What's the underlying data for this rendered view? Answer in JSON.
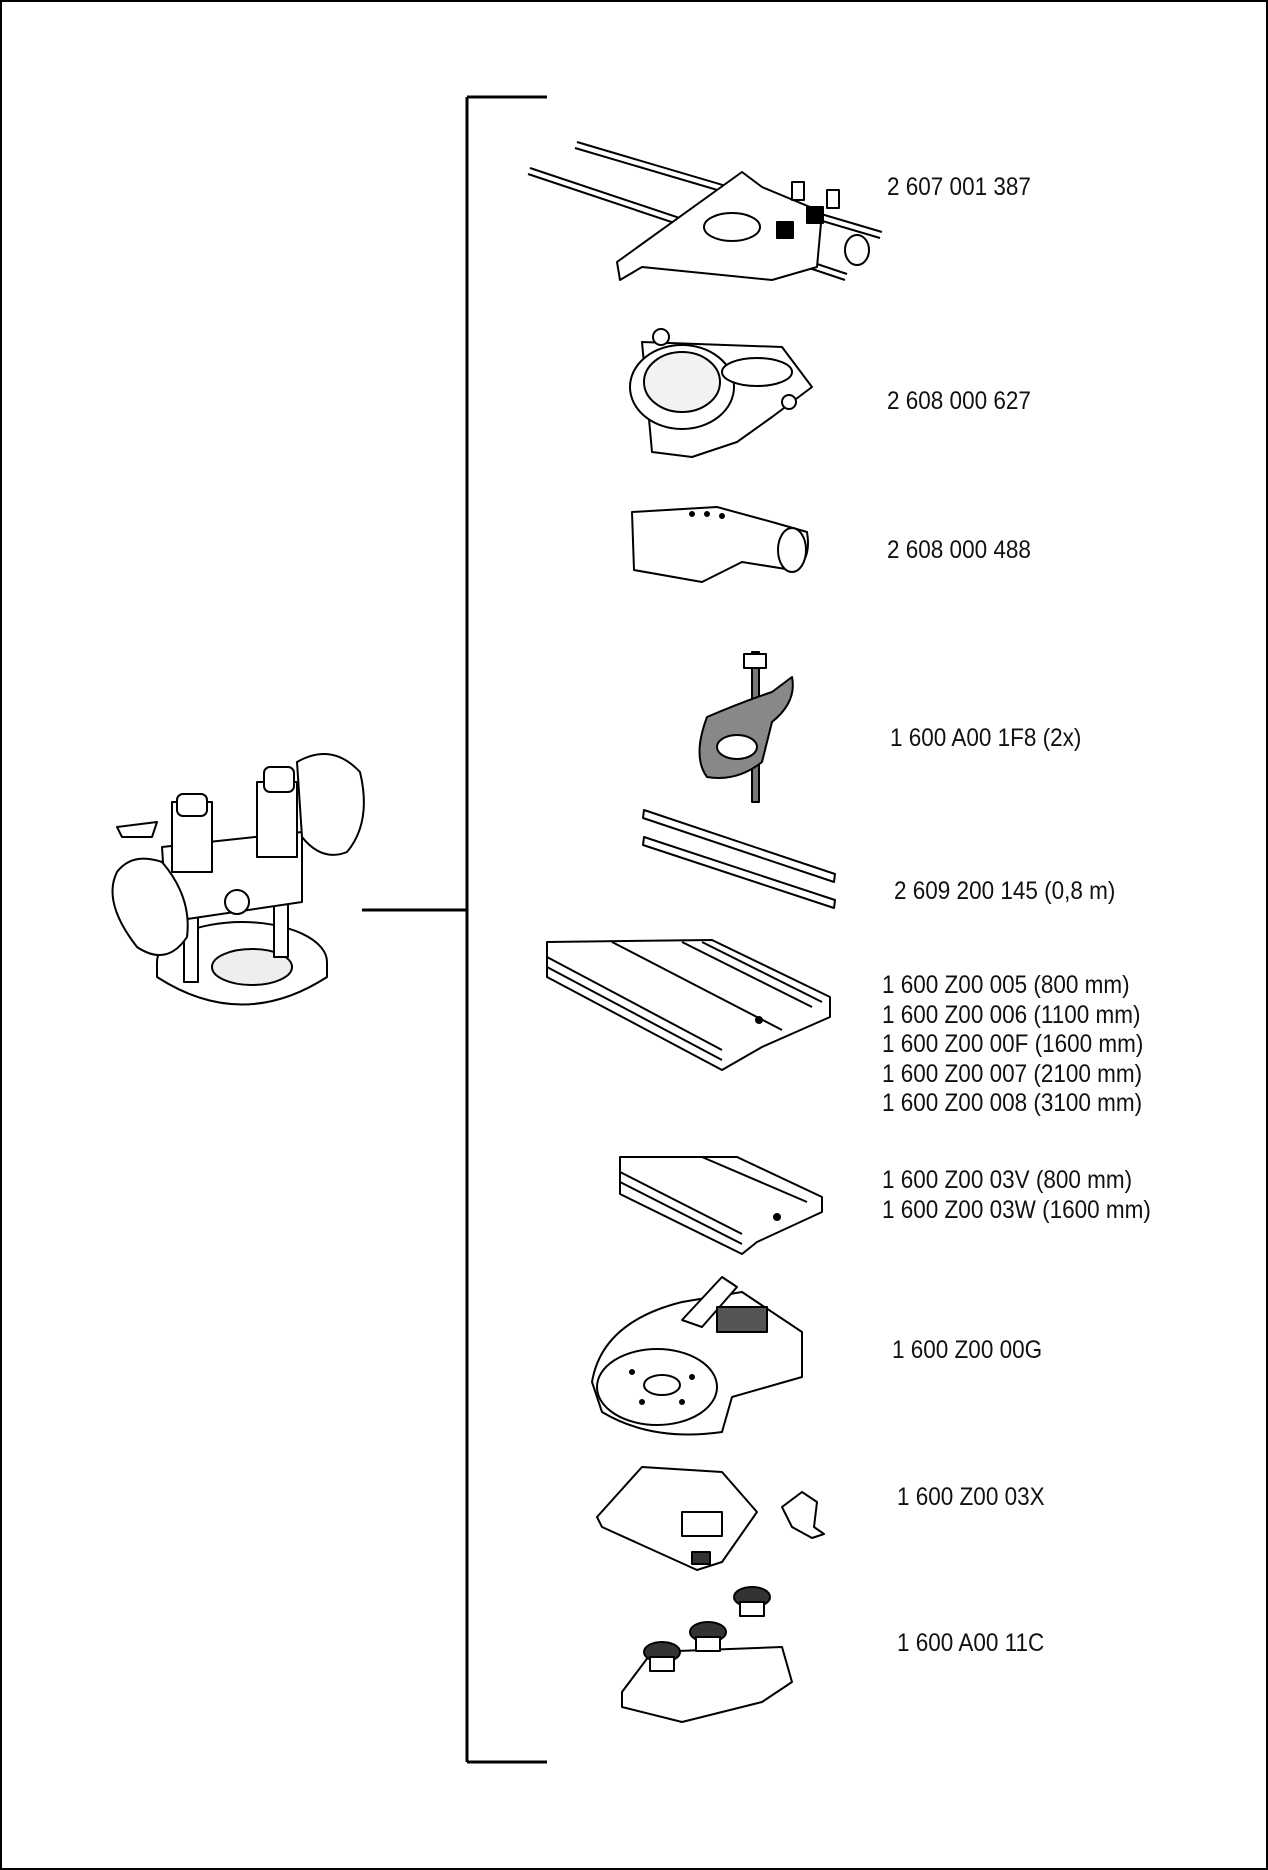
{
  "accessories": [
    {
      "id": "parallel-guide",
      "lines": [
        "2 607 001 387"
      ]
    },
    {
      "id": "dust-extraction-adapter",
      "lines": [
        "2 608 000 627"
      ]
    },
    {
      "id": "extraction-hood",
      "lines": [
        "2 608 000 488"
      ]
    },
    {
      "id": "screw-clamp",
      "lines": [
        "1 600 A00 1F8 (2x)"
      ]
    },
    {
      "id": "guide-rods",
      "lines": [
        "2 609 200 145 (0,8 m)"
      ]
    },
    {
      "id": "guide-rail",
      "lines": [
        "1 600 Z00 005 (800 mm)",
        "1 600 Z00 006 (1100 mm)",
        "1 600 Z00 00F (1600 mm)",
        "1 600 Z00 007 (2100 mm)",
        "1 600 Z00 008 (3100 mm)"
      ]
    },
    {
      "id": "guide-rail-short",
      "lines": [
        "1 600 Z00 03V (800 mm)",
        "1 600 Z00 03W (1600 mm)"
      ]
    },
    {
      "id": "guide-rail-adapter-base",
      "lines": [
        "1 600 Z00 00G"
      ]
    },
    {
      "id": "guide-rail-connector",
      "lines": [
        "1 600 Z00 03X"
      ]
    },
    {
      "id": "circle-cutter",
      "lines": [
        "1 600 A00 11C"
      ]
    }
  ]
}
